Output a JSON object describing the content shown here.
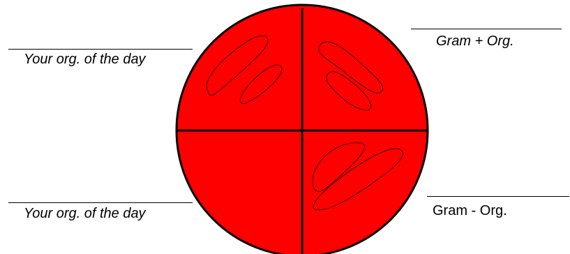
{
  "labels": {
    "top_left": "Your org. of the day",
    "top_right": "Gram + Org.",
    "bottom_left": "Your org. of the day",
    "bottom_right": "Gram - Org."
  },
  "colors": {
    "plate_fill": "#ff0000",
    "outline": "#000000",
    "background": "#ffffff"
  }
}
